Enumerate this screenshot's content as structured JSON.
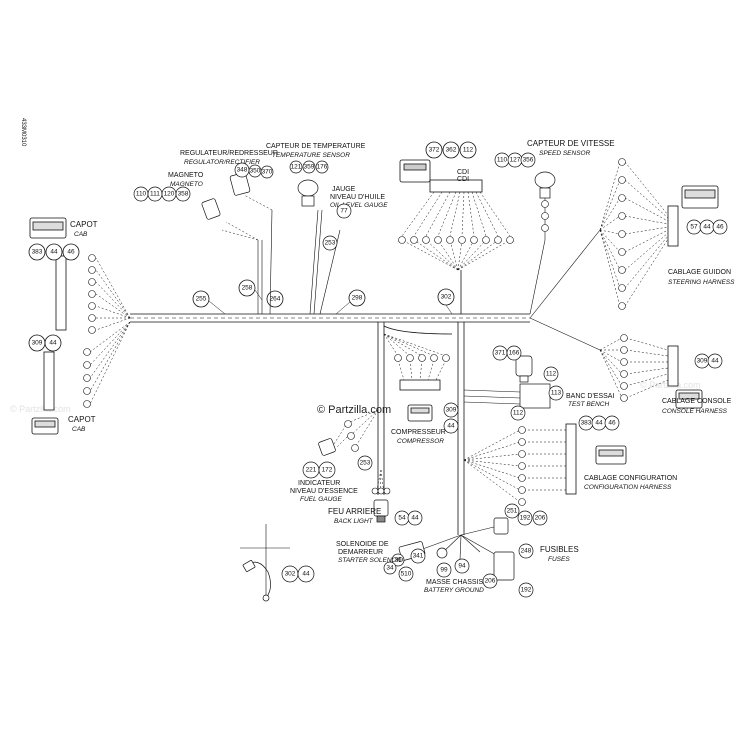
{
  "page": {
    "side_code": "433M0310"
  },
  "watermark": {
    "center": "© Partzilla.com",
    "left": "© Partzilla.com",
    "right": "© Partzilla.com"
  },
  "labels": {
    "capot_fr": "CAPOT",
    "capot_en": "CAB",
    "capot2_fr": "CAPOT",
    "capot2_en": "CAB",
    "regulateur_fr": "REGULATEUR/REDRESSEUR",
    "regulateur_en": "REGULATOR/RECTIFIER",
    "magneto_fr": "MAGNETO",
    "magneto_en": "MAGNETO",
    "temp_fr": "CAPTEUR DE TEMPERATURE",
    "temp_en": "TEMPERATURE SENSOR",
    "jauge_fr1": "JAUGE",
    "jauge_fr2": "NIVEAU D'HUILE",
    "jauge_en": "OIL LEVEL GAUGE",
    "cdi1": "CDI",
    "cdi2": "CDI",
    "vitesse_fr": "CAPTEUR DE VITESSE",
    "vitesse_en": "SPEED SENSOR",
    "guidon_fr": "CABLAGE GUIDON",
    "guidon_en": "STEERING HARNESS",
    "console_fr": "CABLAGE CONSOLE",
    "console_en": "CONSOLE HARNESS",
    "config_fr": "CABLAGE CONFIGURATION",
    "config_en": "CONFIGURATION HARNESS",
    "banc_fr": "BANC D'ESSAI",
    "banc_en": "TEST BENCH",
    "compresseur_fr": "COMPRESSEUR",
    "compresseur_en": "COMPRESSOR",
    "indicateur_fr1": "INDICATEUR",
    "indicateur_fr2": "NIVEAU D'ESSENCE",
    "indicateur_en": "FUEL GAUGE",
    "feu_fr": "FEU ARRIERE",
    "feu_en": "BACK LIGHT",
    "solenoide_fr1": "SOLENOIDE DE",
    "solenoide_fr2": "DEMARREUR",
    "solenoide_en": "STARTER SOLENOID",
    "masse_fr": "MASSE CHASSIS",
    "masse_en": "BATTERY GROUND",
    "fusibles_fr": "FUSIBLES",
    "fusibles_en": "FUSES"
  },
  "callouts": {
    "c383a": "383",
    "c44a": "44",
    "c46a": "46",
    "c309a": "309",
    "c44b": "44",
    "c110a": "110",
    "c111": "111",
    "c120": "120",
    "c358a": "358",
    "c348": "348",
    "c350": "350",
    "c370": "370",
    "c121": "121",
    "c359": "359",
    "c176": "176",
    "c77": "77",
    "c253a": "253",
    "c372": "372",
    "c362": "362",
    "c112a": "112",
    "c110b": "110",
    "c127": "127",
    "c356": "356",
    "c57": "57",
    "c44c": "44",
    "c46b": "46",
    "c255": "255",
    "c258": "258",
    "c264": "264",
    "c298": "298",
    "c302a": "302",
    "c309b": "309",
    "c44d": "44",
    "c371": "371",
    "c166": "166",
    "c112b": "112",
    "c113": "113",
    "c112c": "112",
    "c309c": "309",
    "c44e": "44",
    "c383b": "383",
    "c44f": "44",
    "c46c": "46",
    "c221": "221",
    "c172": "172",
    "c253b": "253",
    "c54": "54",
    "c44g": "44",
    "c251": "251",
    "c192a": "192",
    "c206a": "206",
    "c341": "341",
    "c36": "36",
    "c34": "34",
    "c510": "510",
    "c99": "99",
    "c94": "94",
    "c248": "248",
    "c206b": "206",
    "c192b": "192",
    "c302b": "302",
    "c44h": "44"
  }
}
